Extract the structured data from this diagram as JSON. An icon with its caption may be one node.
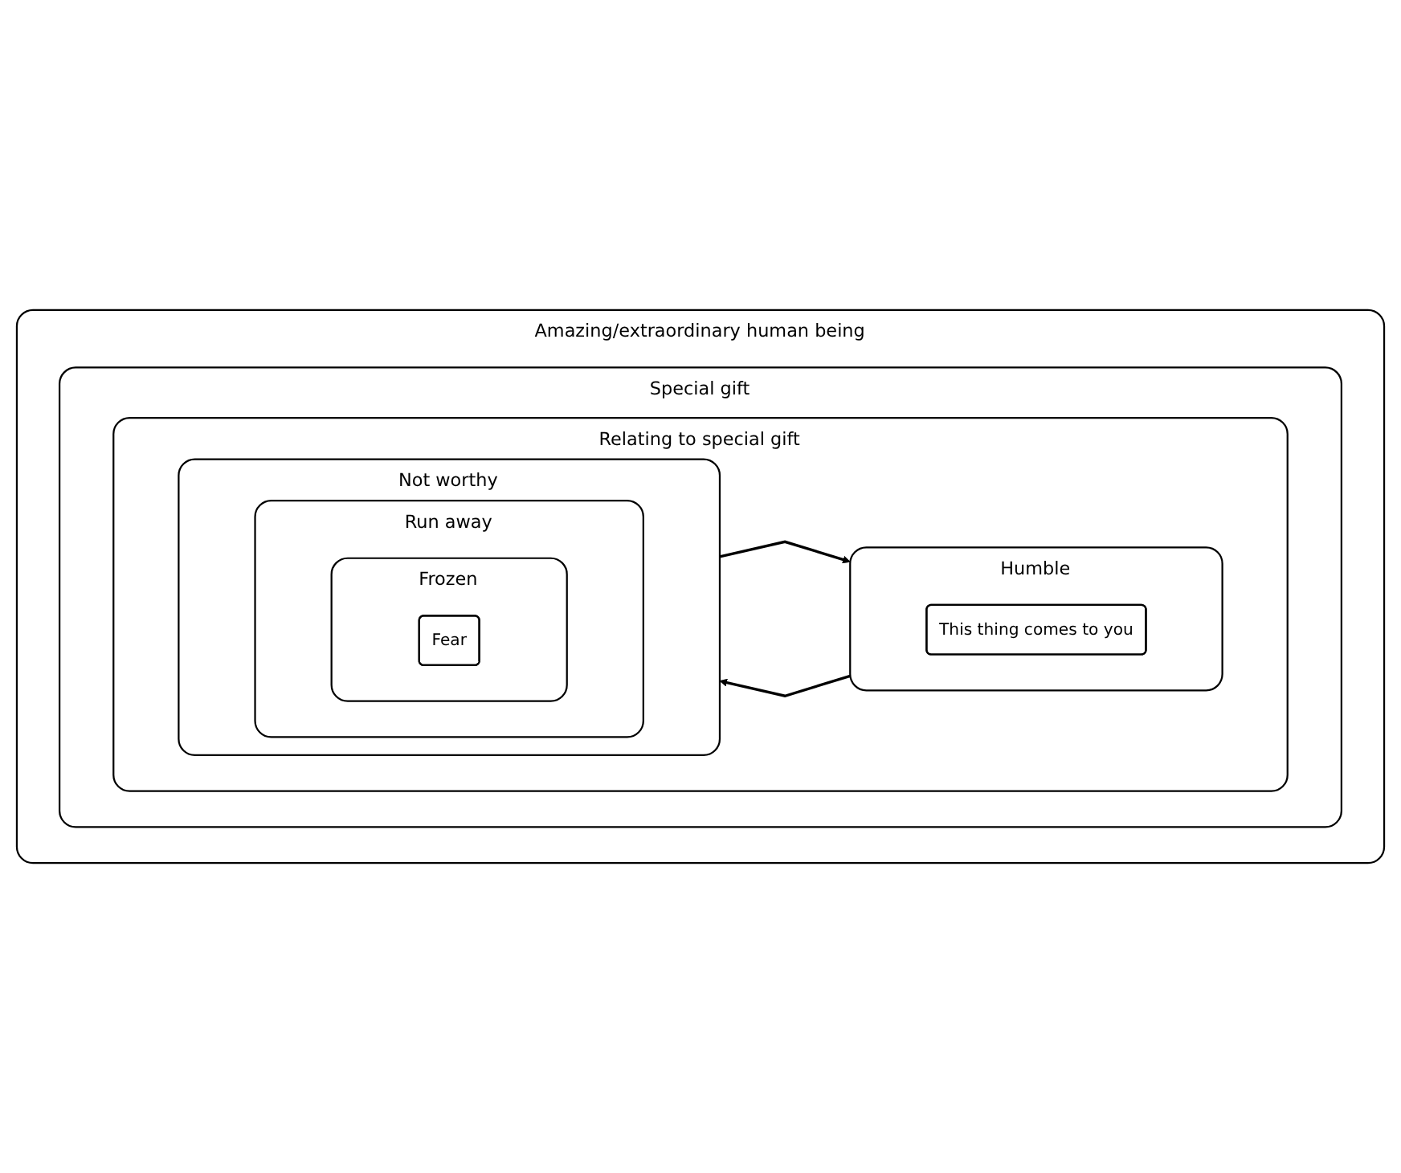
{
  "diagram": {
    "nodes": [
      {
        "text": [
          "Amazing/extraordinary human being"
        ]
      },
      {
        "text": [
          "Special gift"
        ],
        "in": 0
      },
      {
        "text": [
          "Relating to special gift"
        ],
        "in": 1
      },
      {
        "text": [
          "Humble"
        ],
        "in": 2
      },
      {
        "text": [
          "This thing comes to you"
        ],
        "in": 3
      },
      {
        "text": [
          "Not worthy"
        ],
        "in": 2
      },
      {
        "text": [
          "Run away"
        ],
        "in": 5
      },
      {
        "text": [
          "Frozen"
        ],
        "in": 6
      },
      {
        "text": [
          "Fear"
        ],
        "in": 7
      }
    ],
    "edges": [
      {
        "from": 3,
        "to": 5,
        "arrow": "to"
      },
      {
        "from": 5,
        "to": 3,
        "arrow": "to"
      }
    ]
  }
}
